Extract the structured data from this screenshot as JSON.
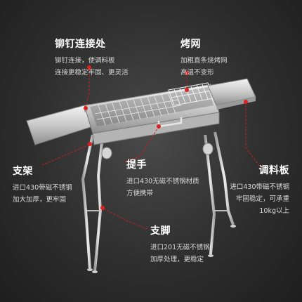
{
  "callouts": {
    "rivet": {
      "title": "铆钉连接处",
      "lines": [
        "铆钉连接，使调料板",
        "连接更稳定牢固、更灵活"
      ]
    },
    "grill_net": {
      "title": "烤网",
      "lines": [
        "加粗直条烧烤网",
        "高温不变形"
      ]
    },
    "stand": {
      "title": "支架",
      "lines": [
        "进口430带磁不锈钢",
        "加大加厚，更牢固"
      ]
    },
    "handle": {
      "title": "提手",
      "lines": [
        "进口430无磁不锈钢材质",
        "方便携带"
      ]
    },
    "seasoning_board": {
      "title": "调料板",
      "lines": [
        "进口430带磁不锈钢",
        "牢固稳定，可承重",
        "10kg以上"
      ]
    },
    "legs": {
      "title": "支脚",
      "lines": [
        "进口201无磁不锈钢",
        "加厚处理，更稳定"
      ]
    }
  },
  "colors": {
    "accent": "#e02020",
    "background": "#2e2e2e",
    "text": "#ffffff",
    "subtext": "#d8d8d8"
  }
}
